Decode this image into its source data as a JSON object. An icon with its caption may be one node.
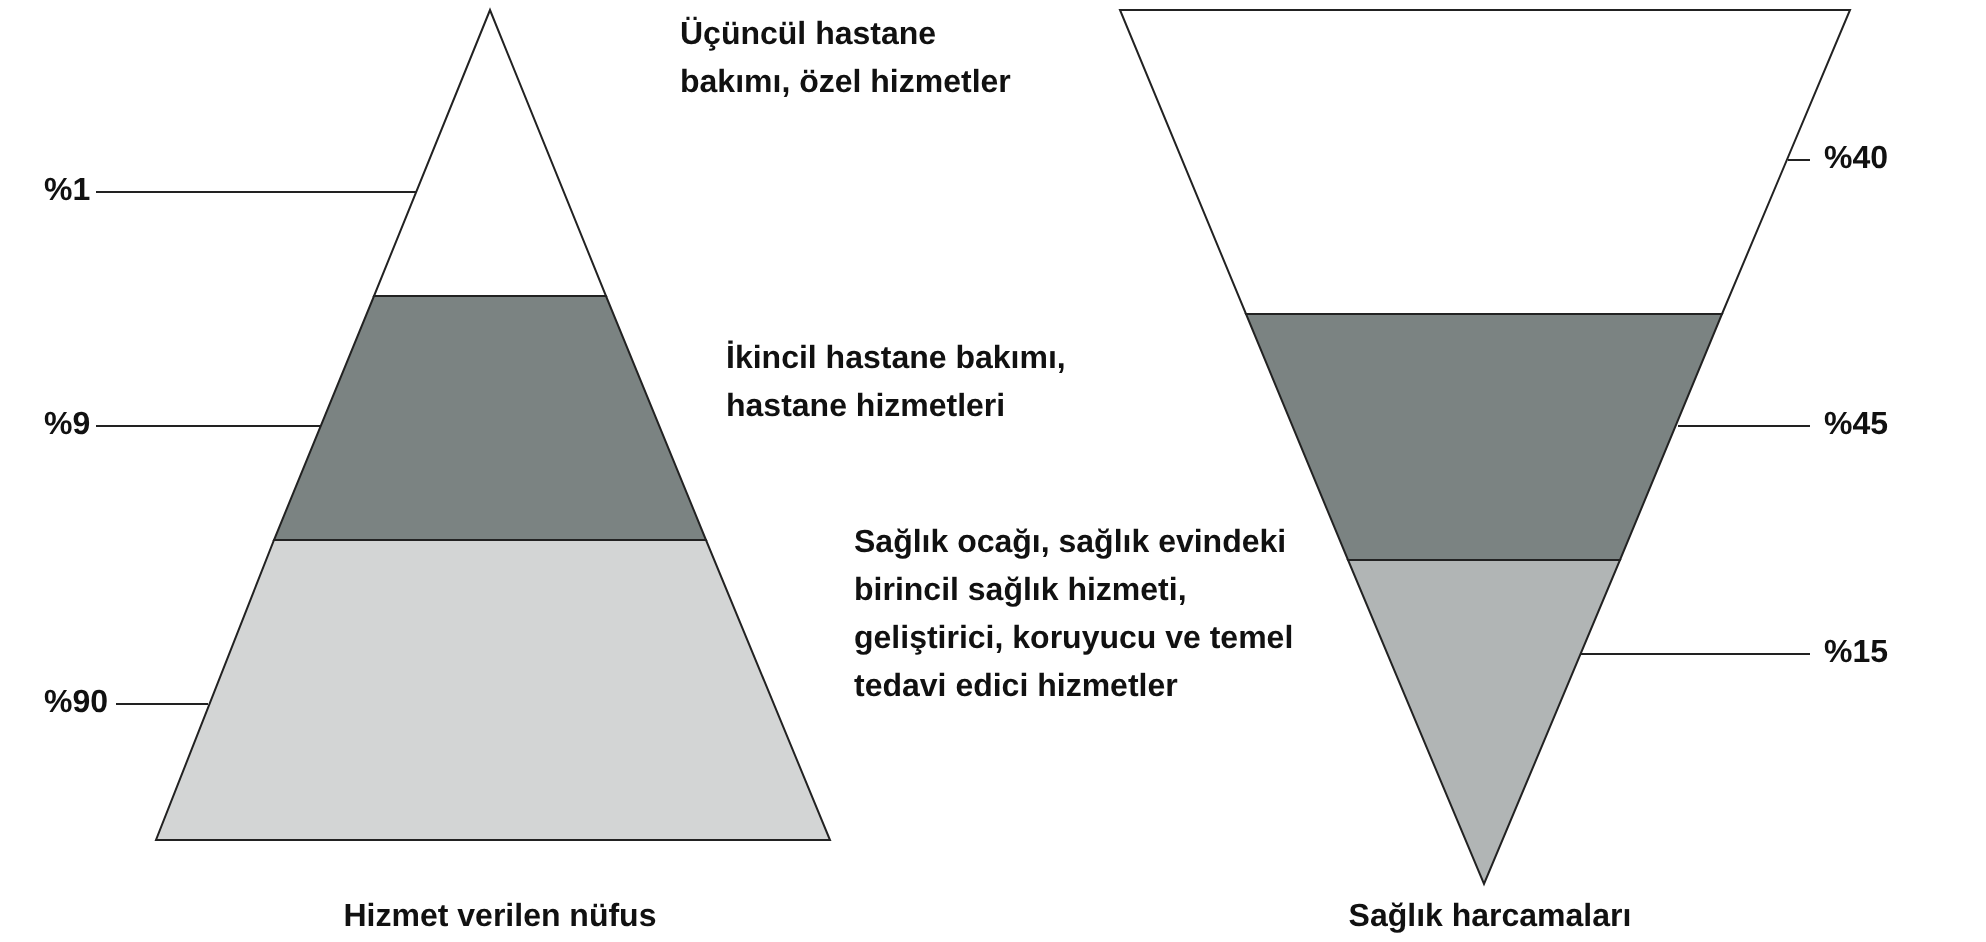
{
  "diagram": {
    "nodes": [
      {
        "text": [
          "%1"
        ]
      },
      {
        "text": [],
        "shape": "triangle"
      },
      {
        "text": [
          "%9"
        ]
      },
      {
        "text": [],
        "shape": "trapezoid"
      },
      {
        "text": [
          "%90"
        ]
      },
      {
        "text": [],
        "shape": "trapezoid"
      },
      {
        "text": [],
        "shape": "trapezoid"
      },
      {
        "text": [
          "%40"
        ]
      },
      {
        "text": [],
        "shape": "trapezoid"
      },
      {
        "text": [
          "%45"
        ]
      },
      {
        "text": [],
        "shape": "triangle"
      },
      {
        "text": [
          "%15"
        ]
      }
    ],
    "edges": [
      {
        "from": 0,
        "to": 1,
        "arrow": "none"
      },
      {
        "from": 2,
        "to": 3,
        "arrow": "none"
      },
      {
        "from": 4,
        "to": 5,
        "arrow": "none"
      },
      {
        "from": 7,
        "to": 6,
        "arrow": "none"
      },
      {
        "from": 9,
        "to": 8,
        "arrow": "none"
      },
      {
        "from": 11,
        "to": 10,
        "arrow": "none"
      }
    ],
    "labels": [
      "Üçüncül hastane bakımı, özel hizmetler",
      "İkincil hastane bakımı, hastane hizmetleri",
      "Sağlık ocağı, sağlık evindeki birincil sağlık hizmeti, geliştirici, koruyucu ve temel tedavi edici hizmetler",
      "Hizmet verilen nüfus",
      "Sağlık harcamaları"
    ]
  }
}
